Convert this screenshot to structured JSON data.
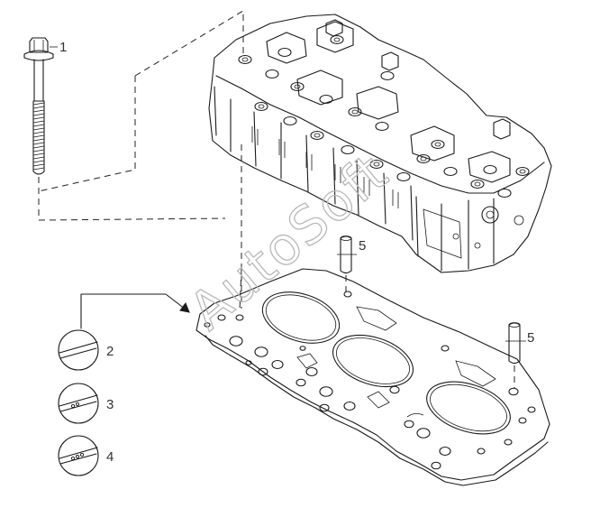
{
  "diagram": {
    "watermark": "AutoSoft",
    "callouts": {
      "bolt": "1",
      "gasket_variant_a": "2",
      "gasket_variant_b": "3",
      "gasket_variant_c": "4",
      "dowel_left": "5",
      "dowel_right": "5"
    },
    "variant_dots": {
      "a": 0,
      "b": 2,
      "c": 3
    }
  }
}
